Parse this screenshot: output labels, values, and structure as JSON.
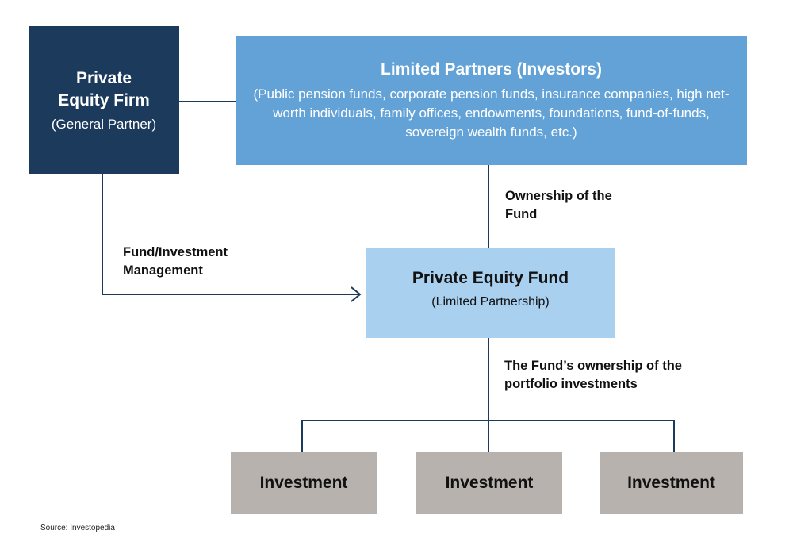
{
  "general_partner": {
    "title": "Private Equity Firm",
    "subtitle": "(General Partner)"
  },
  "limited_partners": {
    "title": "Limited Partners (Investors)",
    "description": "(Public pension funds, corporate pension funds, insurance companies, high net-worth individuals, family offices, endowments, foundations, fund-of-funds, sovereign wealth funds, etc.)"
  },
  "fund": {
    "title": "Private Equity Fund",
    "subtitle": "(Limited Partnership)"
  },
  "investments": [
    "Investment",
    "Investment",
    "Investment"
  ],
  "labels": {
    "ownership": "Ownership of the Fund",
    "management": "Fund/Investment Management",
    "portfolio": "The Fund’s ownership of the portfolio investments"
  },
  "source": "Source: Investopedia",
  "colors": {
    "general_partner": "#1b3a5c",
    "limited_partners": "#62a2d6",
    "fund": "#a9d0ef",
    "investment": "#b7b2ae",
    "connector": "#1b3a5c"
  }
}
